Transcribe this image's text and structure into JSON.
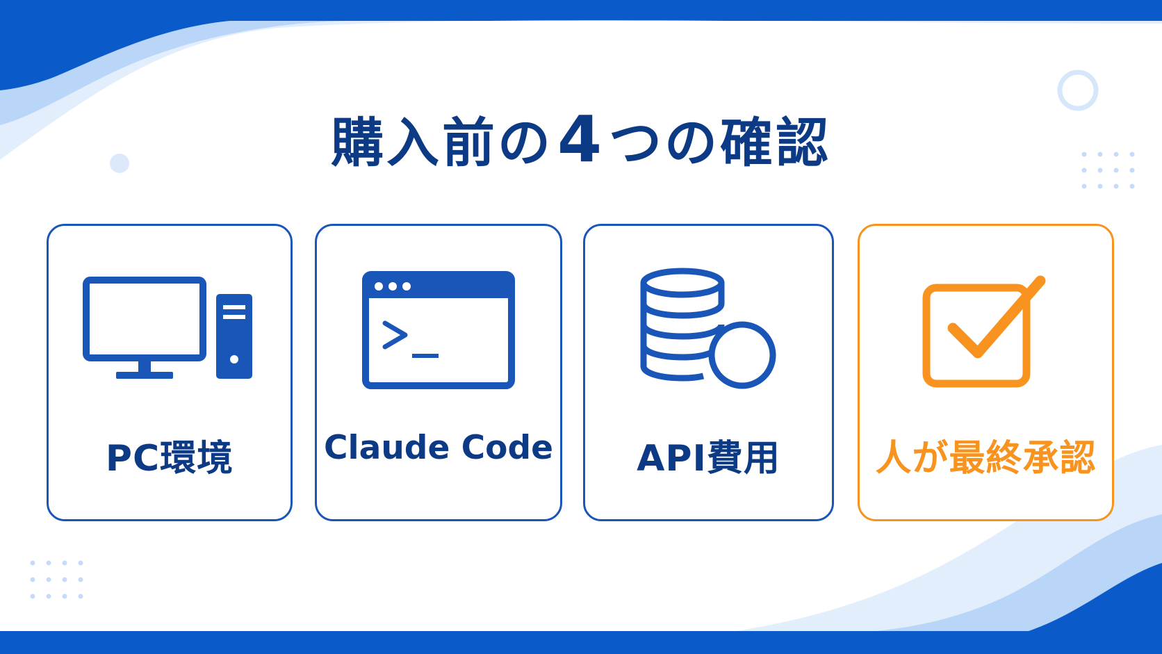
{
  "title": {
    "prefix": "購入前の",
    "number": "4",
    "suffix": "つの確認"
  },
  "cards": [
    {
      "label": "PC環境",
      "icon": "desktop-computer-icon"
    },
    {
      "label": "Claude Code",
      "icon": "terminal-window-icon"
    },
    {
      "label": "API費用",
      "icon": "coin-stack-icon"
    },
    {
      "label": "人が最終承認",
      "icon": "checkbox-check-icon"
    }
  ],
  "colors": {
    "primary": "#1a56b8",
    "title": "#0d3a85",
    "accent": "#f7931e",
    "band": "#0a5bc9",
    "light": "#cfe2fb"
  }
}
